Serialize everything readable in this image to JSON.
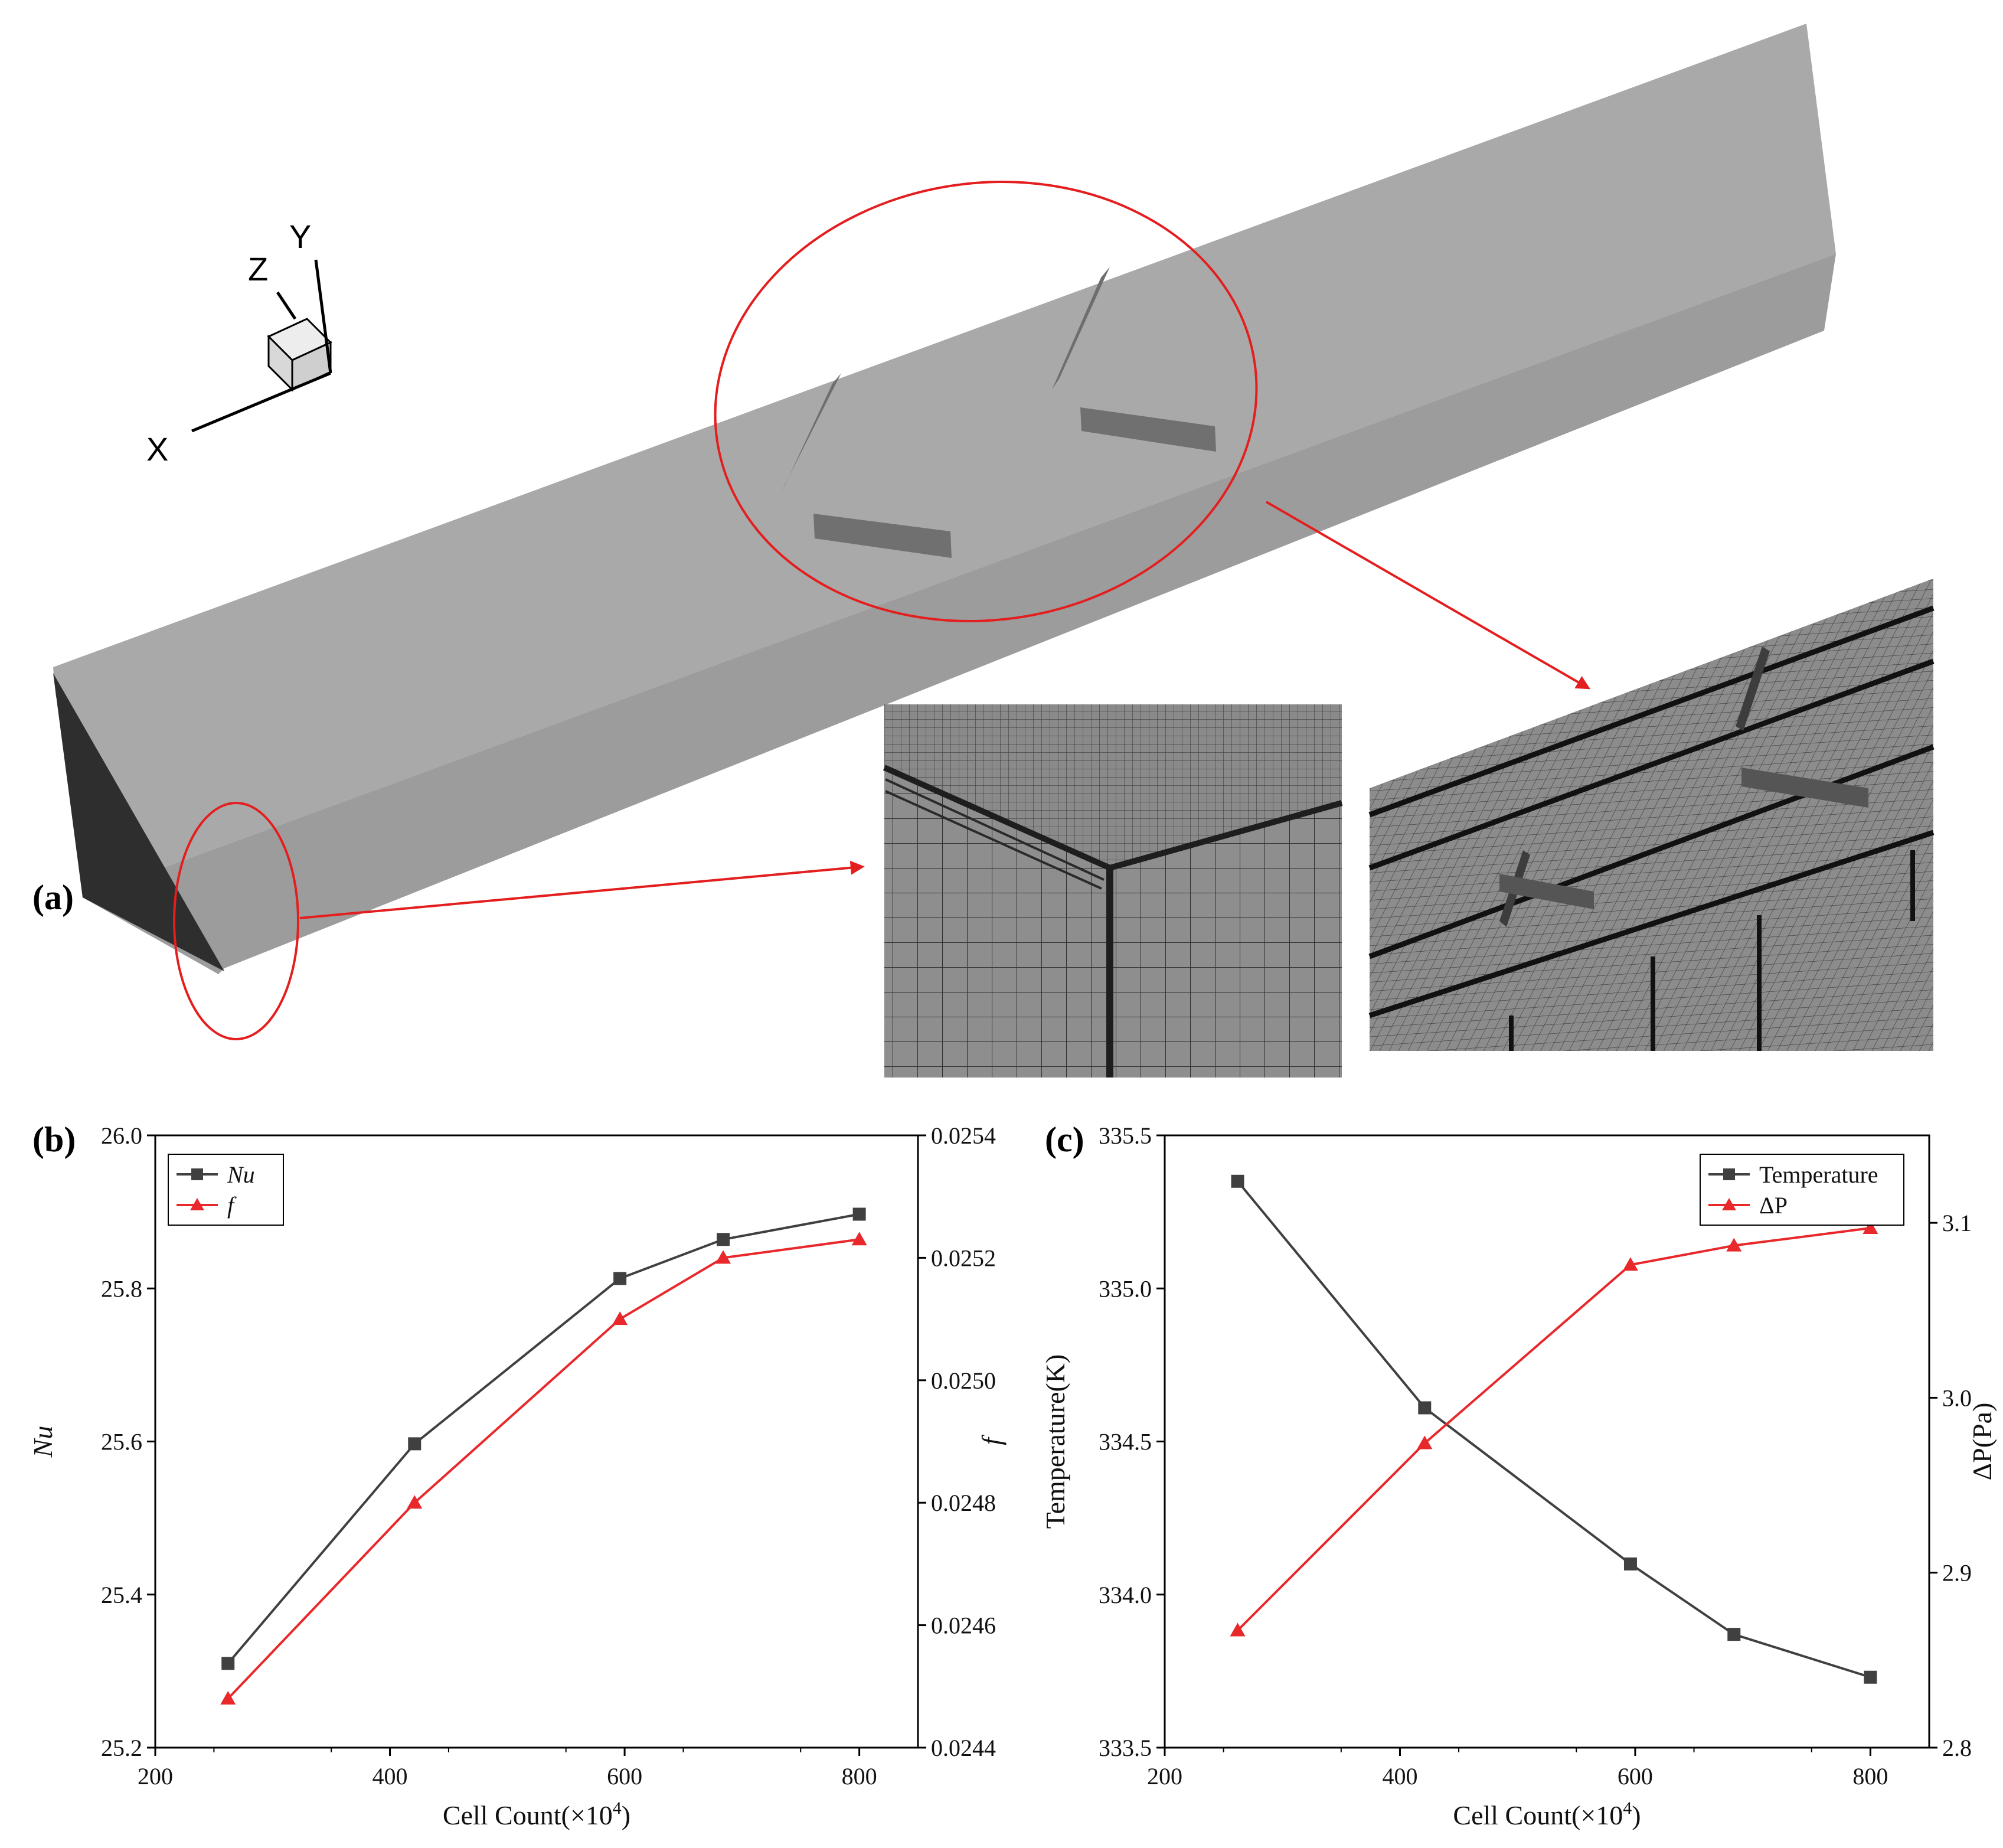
{
  "panel_a": {
    "tag": "(a)",
    "triad": {
      "x_label": "X",
      "y_label": "Y",
      "z_label": "Z"
    }
  },
  "colors": {
    "series_black": "#404040",
    "series_red": "#e8282b",
    "highlight_red": "#e41e1e",
    "channel_top": "#a9a9a9",
    "channel_front": "#9a9a9a",
    "channel_end": "#3a3a3a",
    "mesh_dark": "#3d3d3d"
  },
  "chart_data": [
    {
      "id": "b",
      "tag": "(b)",
      "type": "line",
      "xlabel_main": "Cell Count(×10",
      "xlabel_sup": "4",
      "xlabel_tail": ")",
      "ylabel_left": "Nu",
      "ylabel_right": "f",
      "xlim": [
        200,
        850
      ],
      "ylim_left": [
        25.2,
        26.0
      ],
      "ylim_right": [
        0.0244,
        0.0254
      ],
      "xticks": [
        200,
        400,
        600,
        800
      ],
      "xtick_labels": [
        "200",
        "400",
        "600",
        "800"
      ],
      "yticks_left": [
        25.2,
        25.4,
        25.6,
        25.8,
        26.0
      ],
      "ytick_labels_left": [
        "25.2",
        "25.4",
        "25.6",
        "25.8",
        "26.0"
      ],
      "yticks_right": [
        0.0244,
        0.0246,
        0.0248,
        0.025,
        0.0252,
        0.0254
      ],
      "ytick_labels_right": [
        "0.0244",
        "0.0246",
        "0.0248",
        "0.0250",
        "0.0252",
        "0.0254"
      ],
      "legend_position": "top-left",
      "series": [
        {
          "name": "Nu",
          "axis": "left",
          "marker": "square",
          "color": "#404040",
          "x": [
            262,
            421,
            596,
            684,
            800
          ],
          "y": [
            25.31,
            25.597,
            25.813,
            25.864,
            25.897
          ]
        },
        {
          "name": "f",
          "axis": "right",
          "marker": "triangle",
          "color": "#e8282b",
          "x": [
            262,
            421,
            596,
            684,
            800
          ],
          "y": [
            0.02448,
            0.0248,
            0.0251,
            0.0252,
            0.02523
          ]
        }
      ]
    },
    {
      "id": "c",
      "tag": "(c)",
      "type": "line",
      "xlabel_main": "Cell Count(×10",
      "xlabel_sup": "4",
      "xlabel_tail": ")",
      "ylabel_left": "Temperature(K)",
      "ylabel_right": "ΔP(Pa)",
      "xlim": [
        200,
        850
      ],
      "ylim_left": [
        333.5,
        335.5
      ],
      "ylim_right": [
        2.8,
        3.15
      ],
      "xticks": [
        200,
        400,
        600,
        800
      ],
      "xtick_labels": [
        "200",
        "400",
        "600",
        "800"
      ],
      "yticks_left": [
        333.5,
        334.0,
        334.5,
        335.0,
        335.5
      ],
      "ytick_labels_left": [
        "333.5",
        "334.0",
        "334.5",
        "335.0",
        "335.5"
      ],
      "yticks_right": [
        2.8,
        2.9,
        3.0,
        3.1
      ],
      "ytick_labels_right": [
        "2.8",
        "2.9",
        "3.0",
        "3.1"
      ],
      "legend_position": "top-right",
      "series": [
        {
          "name": "Temperature",
          "axis": "left",
          "marker": "square",
          "color": "#404040",
          "x": [
            262,
            421,
            596,
            684,
            800
          ],
          "y": [
            335.35,
            334.61,
            334.1,
            333.87,
            333.73
          ]
        },
        {
          "name": "ΔP",
          "axis": "right",
          "marker": "triangle",
          "color": "#e8282b",
          "x": [
            262,
            421,
            596,
            684,
            800
          ],
          "y": [
            2.867,
            2.974,
            3.076,
            3.087,
            3.097
          ]
        }
      ]
    }
  ]
}
